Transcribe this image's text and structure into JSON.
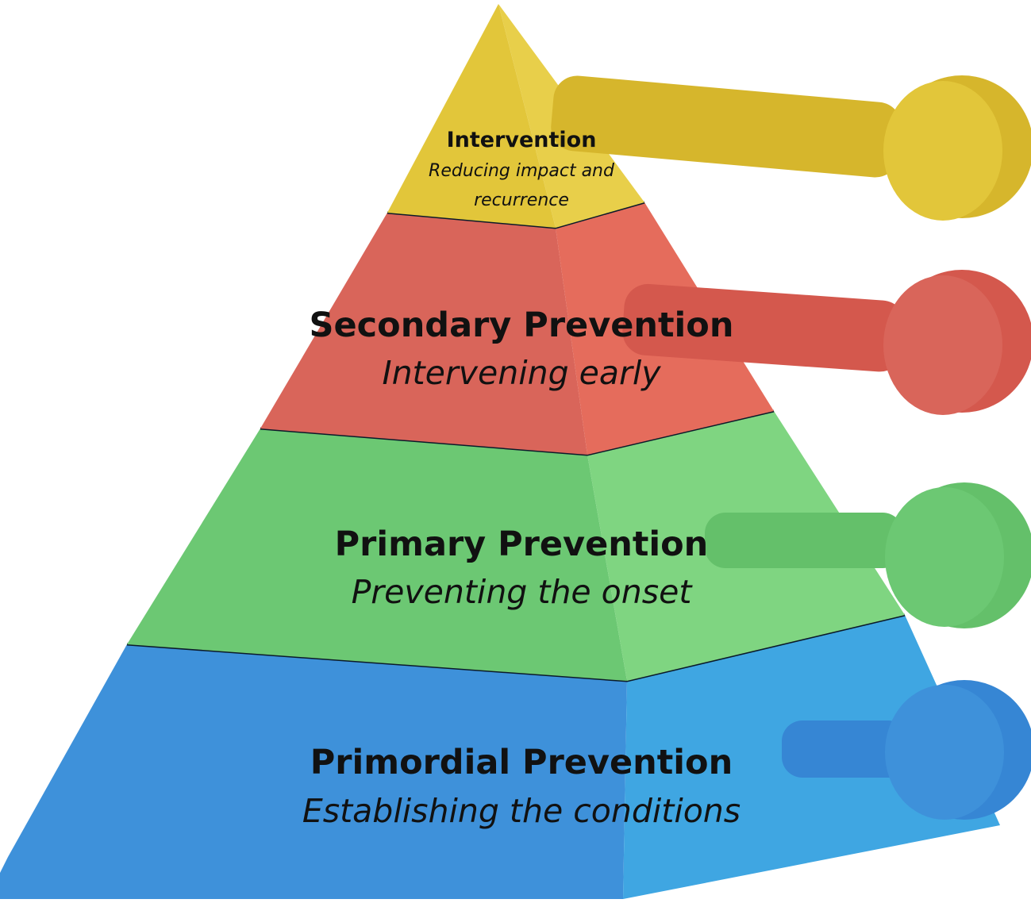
{
  "diagram": {
    "type": "pyramid",
    "tiers": [
      {
        "id": "intervention",
        "title": "Intervention",
        "subtitle_lines": [
          "Reducing impact and",
          "recurrence"
        ],
        "color": "#E2C63A",
        "color_dark": "#D6B62C",
        "color_light": "#E8CF4A"
      },
      {
        "id": "secondary",
        "title": "Secondary Prevention",
        "subtitle_lines": [
          "Intervening early"
        ],
        "color": "#D9655A",
        "color_dark": "#D4584D",
        "color_light": "#E56C5C"
      },
      {
        "id": "primary",
        "title": "Primary Prevention",
        "subtitle_lines": [
          "Preventing the onset"
        ],
        "color": "#6CC873",
        "color_dark": "#64C06A",
        "color_light": "#7FD581"
      },
      {
        "id": "primordial",
        "title": "Primordial Prevention",
        "subtitle_lines": [
          "Establishing the conditions"
        ],
        "color": "#3E91DA",
        "color_dark": "#3686D4",
        "color_light": "#3FA6E2"
      }
    ]
  }
}
